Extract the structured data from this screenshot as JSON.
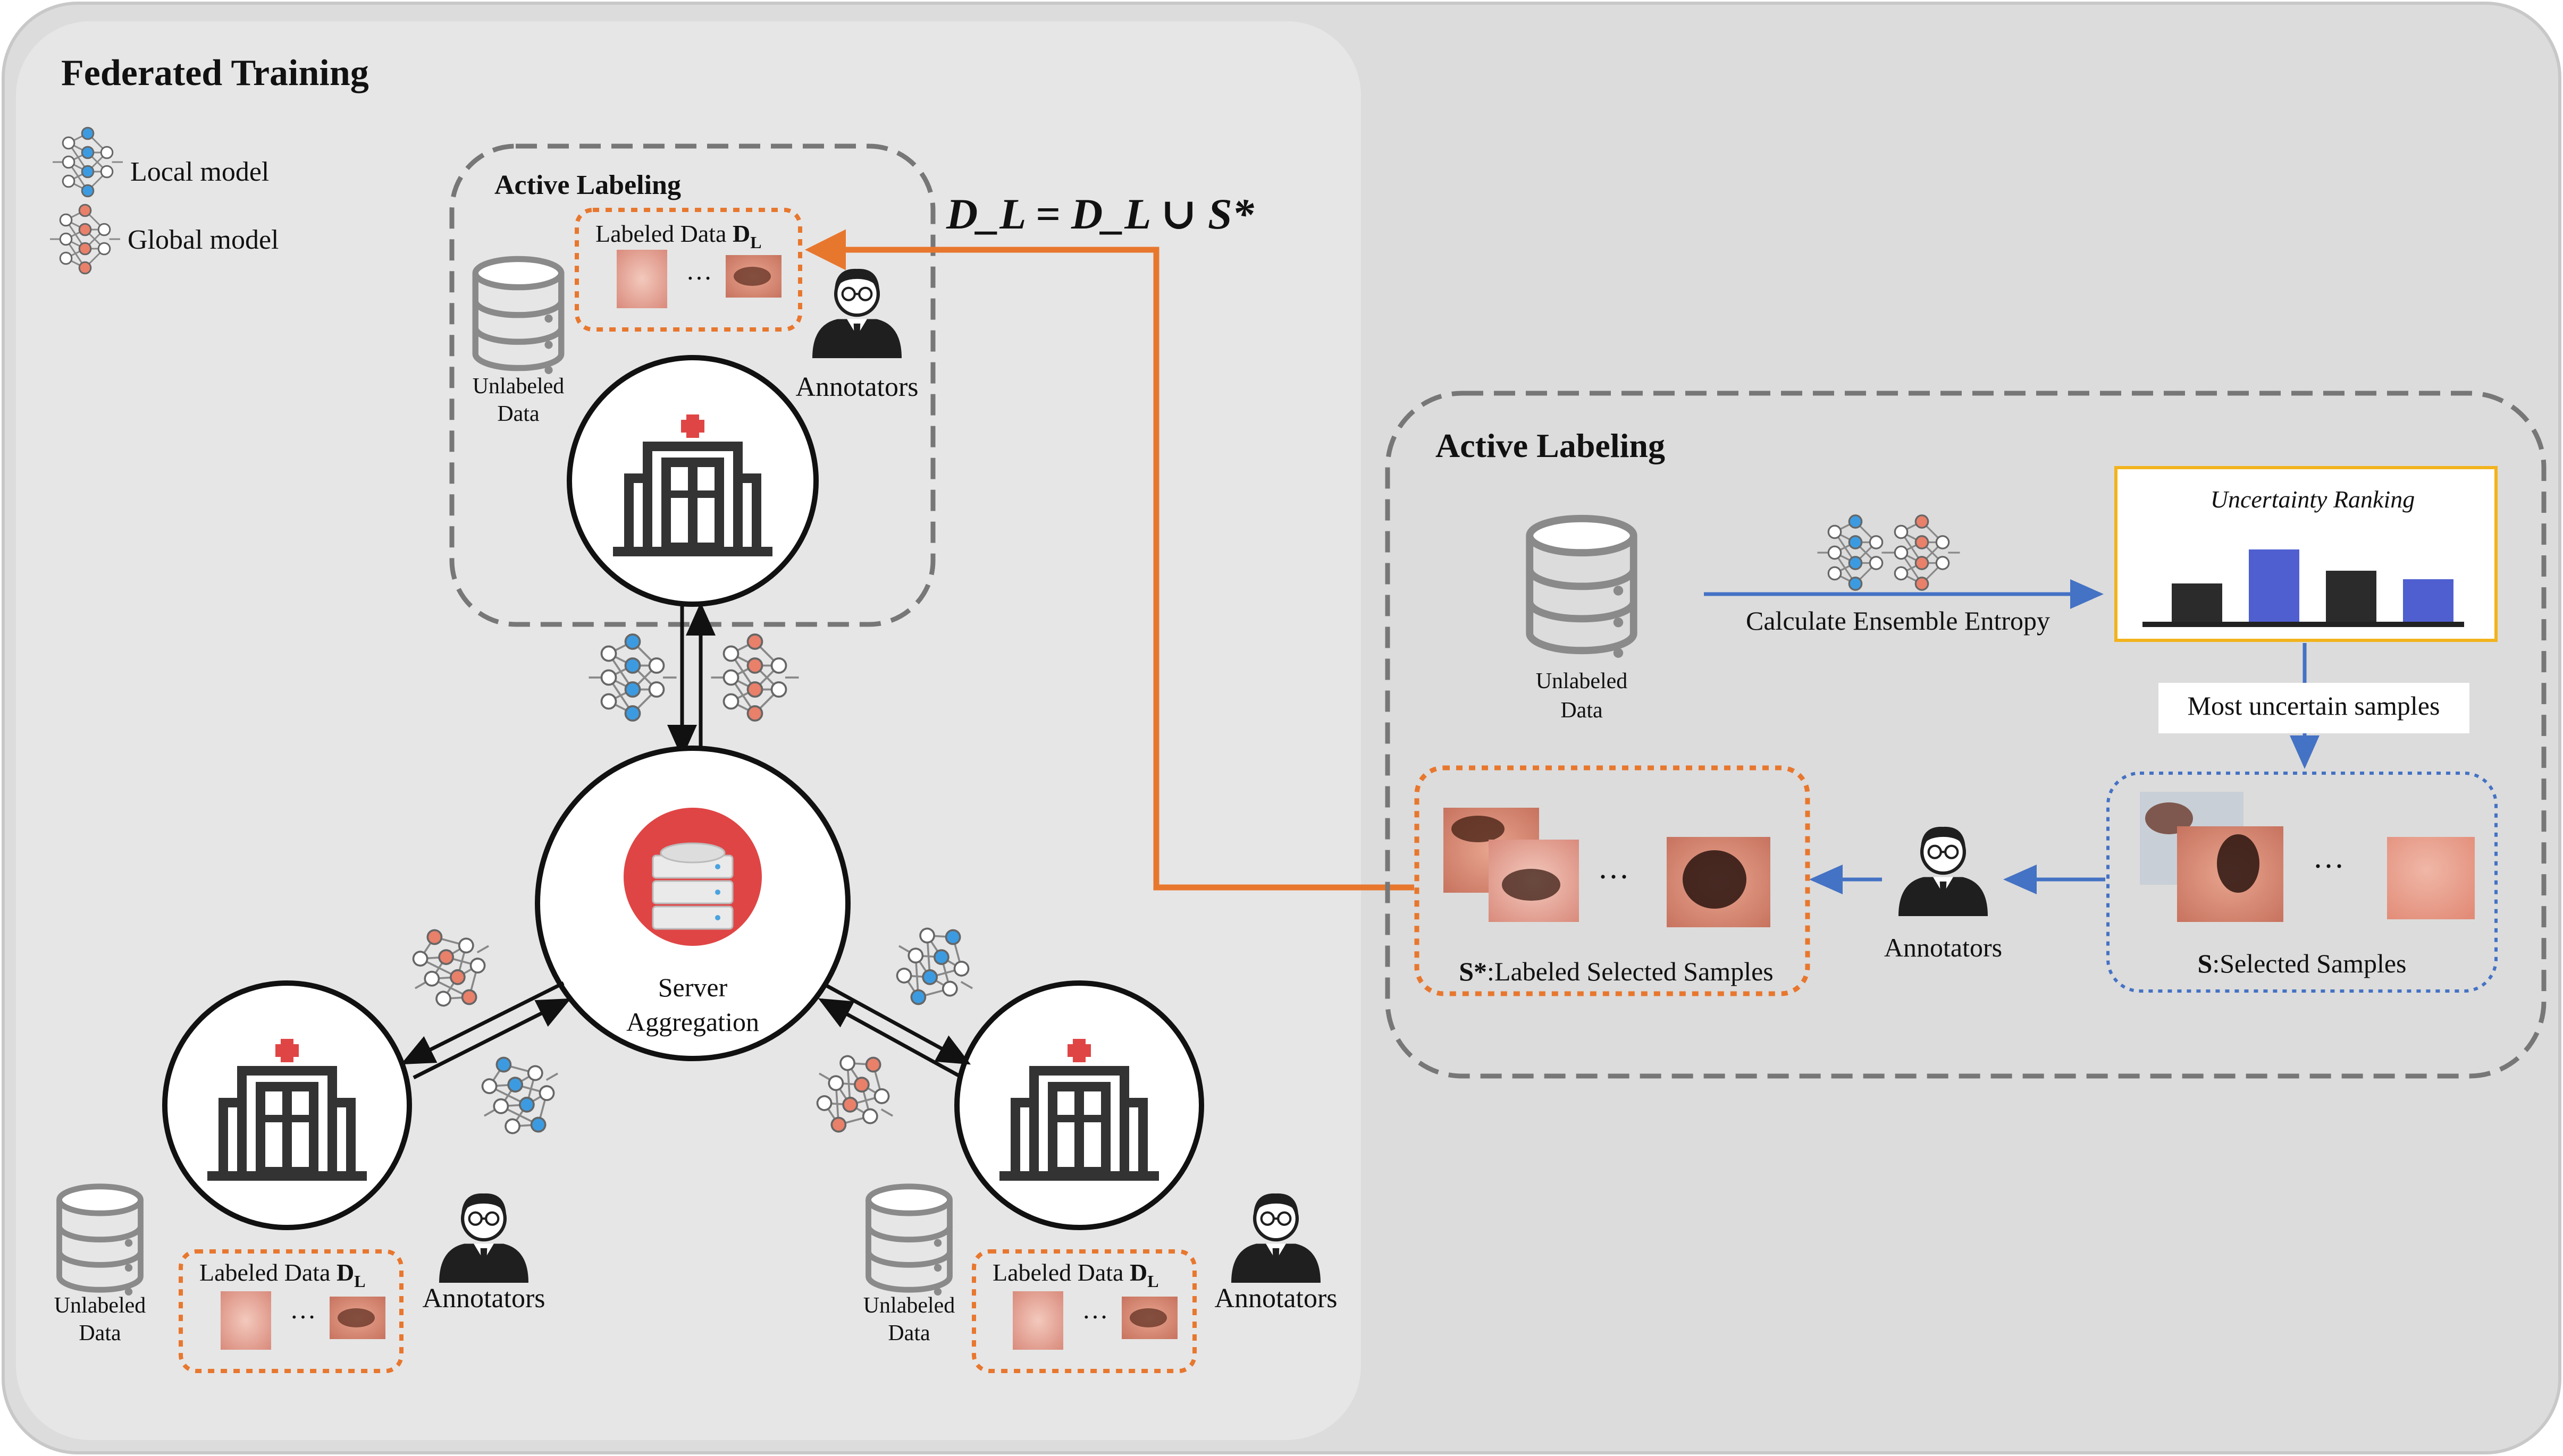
{
  "federated": {
    "title": "Federated Training",
    "legend": {
      "local": "Local model",
      "global": "Global model"
    },
    "top_site": {
      "box_title": "Active Labeling",
      "labeled_data": "Labeled Data",
      "unlabeled": "Unlabeled",
      "data": "Data",
      "annotators": "Annotators"
    },
    "server": {
      "line1": "Server",
      "line2": "Aggregation"
    },
    "left_site": {
      "labeled_data": "Labeled Data",
      "unlabeled": "Unlabeled",
      "data": "Data",
      "annotators": "Annotators"
    },
    "right_site": {
      "labeled_data": "Labeled Data",
      "unlabeled": "Unlabeled",
      "data": "Data",
      "annotators": "Annotators"
    },
    "ellipsis": "···",
    "dl_symbol": "D",
    "dl_sub": "L"
  },
  "formula": {
    "text": "D_L = D_L ∪ S*"
  },
  "active_panel": {
    "title": "Active Labeling",
    "unlabeled": "Unlabeled",
    "data": "Data",
    "calc": "Calculate Ensemble Entropy",
    "ranking_title": "Uncertainty Ranking",
    "ranking_bars": [
      0.45,
      0.85,
      0.6,
      0.5
    ],
    "most_uncertain": "Most uncertain samples",
    "selected_symbol": "S",
    "selected_label": ":Selected Samples",
    "annotators": "Annotators",
    "labeled_selected_symbol": "S*",
    "labeled_selected_label": ":Labeled Selected Samples",
    "ellipsis": "···"
  },
  "colors": {
    "orange": "#e8772e",
    "blue": "#4472c4",
    "yellow": "#f2b31c",
    "gray_dash": "#777777",
    "bar_dark": "#2b2b2b",
    "bar_blue": "#4f5fd0",
    "hospital_red": "#e04545"
  }
}
